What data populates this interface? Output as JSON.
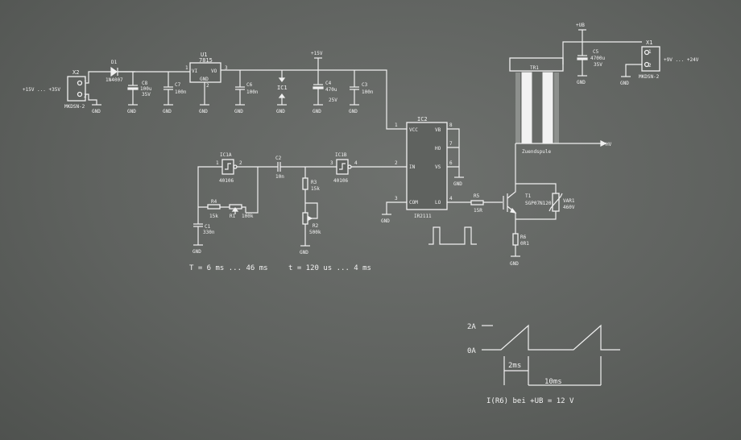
{
  "connectors": {
    "x2": {
      "ref": "X2",
      "type": "MKDSN-2",
      "voltage": "+15V ... +35V",
      "pins": [
        "1",
        "2"
      ]
    },
    "x1": {
      "ref": "X1",
      "type": "MKDSN-2",
      "voltage": "+9V ... +24V",
      "pins": [
        "1",
        "2"
      ]
    }
  },
  "parts": {
    "d1": {
      "ref": "D1",
      "value": "1N4007"
    },
    "c8": {
      "ref": "C8",
      "value": "100u",
      "rating": "35V"
    },
    "c7": {
      "ref": "C7",
      "value": "100n"
    },
    "u1": {
      "ref": "U1",
      "part": "7815",
      "vi": "VI",
      "vo": "VO",
      "gnd": "GND",
      "pin1": "1",
      "pin2": "2",
      "pin3": "3"
    },
    "c6": {
      "ref": "C6",
      "value": "100n"
    },
    "ic1": {
      "ref": "IC1"
    },
    "c4": {
      "ref": "C4",
      "value": "470u",
      "rating": "25V"
    },
    "c3": {
      "ref": "C3",
      "value": "100n"
    },
    "ic2": {
      "ref": "IC2",
      "part": "IR2111",
      "vcc": "VCC",
      "in": "IN",
      "com": "COM",
      "vb": "VB",
      "ho": "HO",
      "vs": "VS",
      "lo": "LO",
      "p1": "1",
      "p2": "2",
      "p3": "3",
      "p4": "4",
      "p6": "6",
      "p7": "7",
      "p8": "8"
    },
    "ic1a": {
      "ref": "IC1A",
      "part": "40106",
      "pin_in": "1",
      "pin_out": "2"
    },
    "ic1b": {
      "ref": "IC1B",
      "part": "40106",
      "pin_in": "3",
      "pin_out": "4"
    },
    "c2": {
      "ref": "C2",
      "value": "10n"
    },
    "r3": {
      "ref": "R3",
      "value": "15k"
    },
    "r2": {
      "ref": "R2",
      "value": "500k"
    },
    "r4": {
      "ref": "R4",
      "value": "15k"
    },
    "r1": {
      "ref": "R1",
      "value": "100k"
    },
    "c1": {
      "ref": "C1",
      "value": "330n"
    },
    "r5": {
      "ref": "R5",
      "value": "15R"
    },
    "t1": {
      "ref": "T1",
      "part": "SGP07N120"
    },
    "var1": {
      "ref": "VAR1",
      "value": "460V"
    },
    "r6": {
      "ref": "R6",
      "value": "0R1"
    },
    "tr1": {
      "ref": "TR1",
      "name": "Zuendspule"
    },
    "c5": {
      "ref": "C5",
      "value": "4700u",
      "rating": "35V"
    }
  },
  "nets": {
    "gnd": "GND",
    "v15": "+15V",
    "vub": "+UB",
    "hv": "HV"
  },
  "notes": {
    "period": "T = 6 ms ... 46 ms",
    "pulse": "t = 120 us ... 4 ms"
  },
  "waveform": {
    "level_high": "2A",
    "level_low": "0A",
    "pulse_width": "2ms",
    "period": "10ms",
    "caption": "I(R6) bei +UB = 12 V"
  }
}
